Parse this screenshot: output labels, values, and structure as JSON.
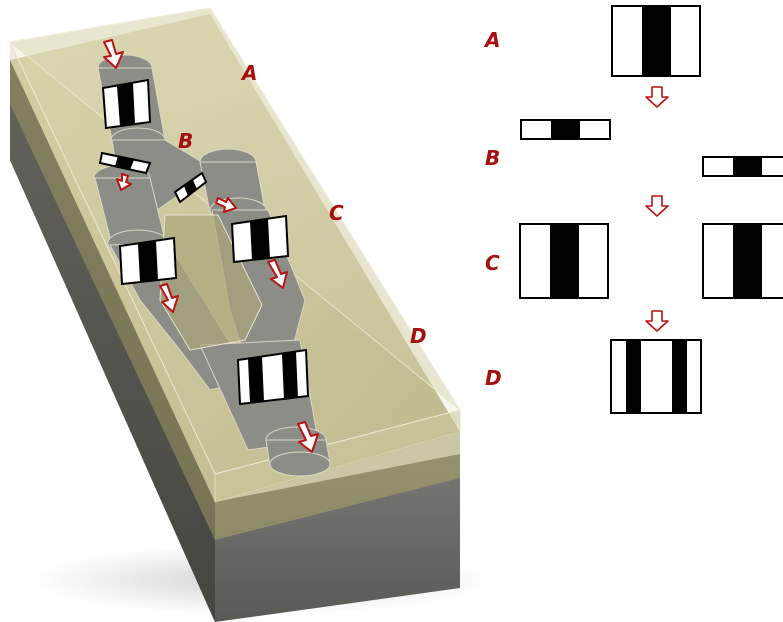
{
  "labels": {
    "device": {
      "a": "A",
      "b": "B",
      "c": "C",
      "d": "D"
    },
    "schematic": {
      "a": "A",
      "b": "B",
      "c": "C",
      "d": "D"
    }
  },
  "colors": {
    "label": "#a3100f",
    "arrow_fill": "#ffffff",
    "arrow_stroke": "#b81414",
    "stripe": "#000000",
    "chip_top": "#b7b27e",
    "chip_side": "#4e4e49",
    "channel": "#8d8d87"
  }
}
